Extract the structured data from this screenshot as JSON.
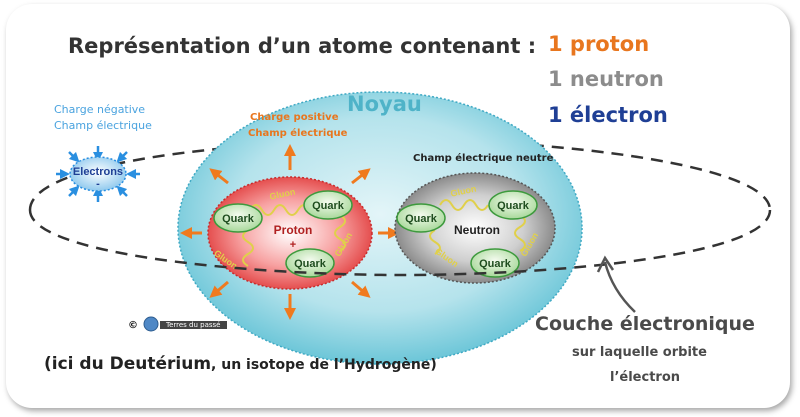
{
  "title": "Représentation d’un atome contenant :",
  "particles": [
    {
      "label": "1 proton",
      "color": "#e8761e"
    },
    {
      "label": "1 neutron",
      "color": "#8c8c8c"
    },
    {
      "label": "1 électron",
      "color": "#1f3f95"
    }
  ],
  "nucleus": {
    "label": "Noyau",
    "color": "#4fb3c8"
  },
  "electron": {
    "label": "Electrons",
    "sign": "-",
    "charge_line1": "Charge négative",
    "charge_line2": "Champ électrique",
    "color": "#4aa3df"
  },
  "proton": {
    "label": "Proton",
    "sign": "+",
    "charge_line1": "Charge positive",
    "charge_line2": "Champ électrique",
    "color": "#e8761e"
  },
  "neutron": {
    "label": "Neutron",
    "field_label": "Champ électrique neutre"
  },
  "quark_label": "Quark",
  "gluon_label": "Gluon",
  "shell": {
    "line1": "Couche électronique",
    "line2": "sur laquelle orbite",
    "line3": "l’électron"
  },
  "caption": {
    "open": "(ici du ",
    "bold": "Deutérium",
    "rest": ", un isotope de l’Hydrogène)"
  },
  "credit": {
    "symbol": "©",
    "text": "Terres du passé"
  }
}
